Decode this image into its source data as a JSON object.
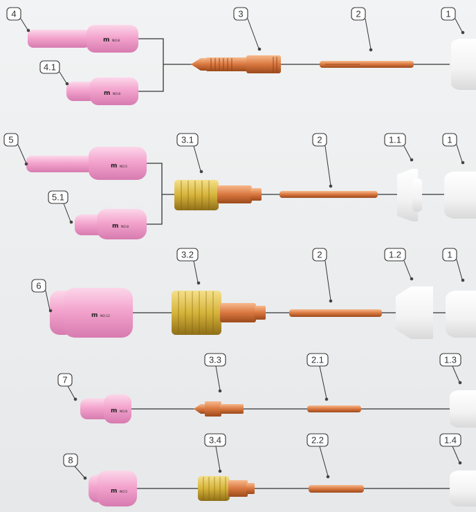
{
  "callouts": {
    "r1_nozzle": "4",
    "r1_nozzle_short": "4.1",
    "r1_collet_body": "3",
    "r1_collet": "2",
    "r1_cap": "1",
    "r2_nozzle": "5",
    "r2_nozzle_short": "5.1",
    "r2_gaslens": "3.1",
    "r2_collet": "2",
    "r2_insulator": "1.1",
    "r2_cap": "1",
    "r3_nozzle": "6",
    "r3_gaslens": "3.2",
    "r3_collet": "2",
    "r3_insulator": "1.2",
    "r3_cap": "1",
    "r4_nozzle": "7",
    "r4_collet_body": "3.3",
    "r4_collet": "2.1",
    "r4_cap": "1.3",
    "r5_nozzle": "8",
    "r5_gaslens": "3.4",
    "r5_collet": "2.2",
    "r5_cap": "1.4"
  },
  "nozzle_markings": {
    "brand": "m",
    "r1_nozzle": "NO.8",
    "r1_nozzle_short": "NO.8",
    "r2_nozzle": "NO.5",
    "r2_nozzle_short": "NO.8",
    "r3_nozzle": "NO.12",
    "r4_nozzle": "NO.8",
    "r5_nozzle": "NO.5"
  },
  "colors": {
    "ceramic_pink": "#f4a8d0",
    "copper": "#d9773f",
    "brass": "#d6b43a",
    "white_ceramic": "#f6f6f6",
    "line": "#333333",
    "background": "#eceeef"
  }
}
